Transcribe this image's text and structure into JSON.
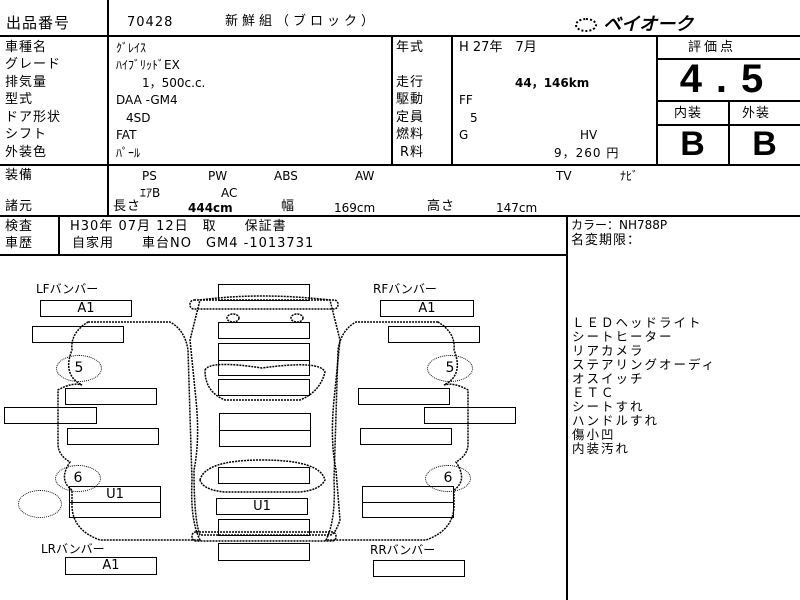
{
  "header": {
    "lot_label": "出品番号",
    "lot_number": "70428",
    "title": "新鮮組（ブロック）",
    "brand": "ベイオーク"
  },
  "fields": {
    "model_label": "車種名",
    "model": "ｸﾞﾚｲｽ",
    "grade_label": "グレード",
    "grade": "ﾊｲﾌﾞﾘｯﾄﾞEX",
    "displacement_label": "排気量",
    "displacement": "1，500c.c.",
    "type_label": "型式",
    "type": "DAA -GM4",
    "door_label": "ドア形状",
    "door": "4SD",
    "shift_label": "シフト",
    "shift": "FAT",
    "color_label": "外装色",
    "color": "ﾊﾟｰﾙ",
    "year_label": "年式",
    "year": "H 27年　7月",
    "mileage_label": "走行",
    "mileage": "44，146km",
    "drive_label": "駆動",
    "drive": "FF",
    "capacity_label": "定員",
    "capacity": "5",
    "fuel_label": "燃料",
    "fuel": "G",
    "fuel_type": "HV",
    "fee_label": "R料",
    "fee": "9，260 円"
  },
  "score": {
    "label": "評価点",
    "overall": "4.5",
    "interior_label": "内装",
    "exterior_label": "外装",
    "interior": "B",
    "exterior": "B"
  },
  "equipment": {
    "label": "装備",
    "row1": [
      "PS",
      "PW",
      "ABS",
      "AW"
    ],
    "tv": "TV",
    "navi": "ﾅﾋﾞ",
    "row2": [
      "ｴｱB",
      "AC"
    ]
  },
  "specs": {
    "label": "諸元",
    "length_label": "長さ",
    "length": "444cm",
    "width_label": "幅",
    "width": "169cm",
    "height_label": "高さ",
    "height": "147cm"
  },
  "inspection": {
    "label": "検査",
    "value": "H30年 07月 12日　取　　保証書"
  },
  "history": {
    "label": "車歴",
    "value": "自家用　　車台NO　GM4 -1013731"
  },
  "notes": {
    "color_code": "カラー：NH788P",
    "name_change": "名変期限：",
    "items": [
      "ＬＥＤヘッドライト",
      "シートヒーター",
      "リアカメラ",
      "ステアリングオーディ",
      "オスイッチ",
      "ＥＴＣ",
      "シートすれ",
      "ハンドルすれ",
      "傷小凹",
      "内装汚れ"
    ]
  },
  "diagram": {
    "lf_bumper": "LFバンバー",
    "rf_bumper": "RFバンバー",
    "lr_bumper": "LRバンバー",
    "rr_bumper": "RRバンバー",
    "lf_value": "A1",
    "rf_value": "A1",
    "lr_value": "A1",
    "left_front_wheel": "5",
    "right_front_wheel": "5",
    "left_rear_wheel": "6",
    "right_rear_wheel": "6",
    "left_rear_door": "U1",
    "roof_rear": "U1"
  }
}
